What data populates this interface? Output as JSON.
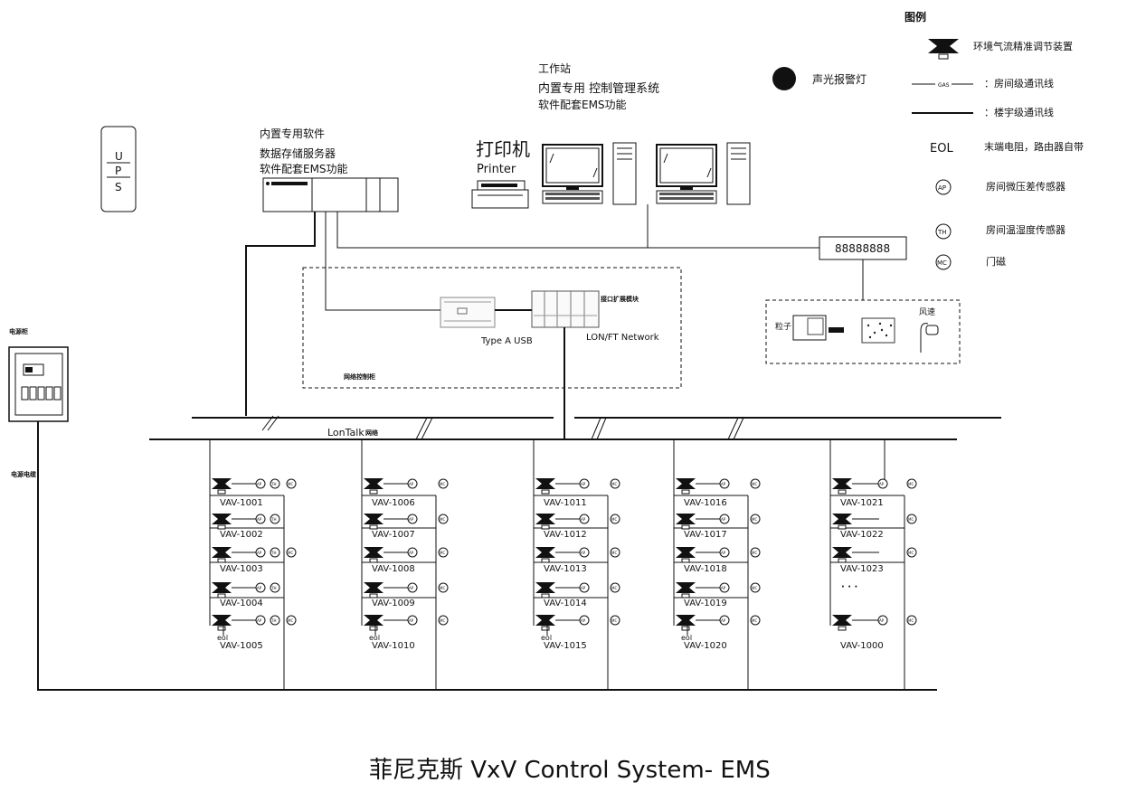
{
  "legend": {
    "title": "图例",
    "items": [
      {
        "icon": "damper-icon",
        "label": "环境气流精准调节装置"
      },
      {
        "icon": "room-bus-line-icon",
        "line_tag": "GAS",
        "label": "：房间级通讯线"
      },
      {
        "icon": "floor-bus-line-icon",
        "label": "：楼宇级通讯线"
      },
      {
        "icon": "eol-text-icon",
        "symbol": "EOL",
        "label": "末端电阻，路由器自带"
      },
      {
        "icon": "pressure-sensor-icon",
        "symbol": "AP",
        "label": "房间微压差传感器"
      },
      {
        "icon": "temp-humidity-sensor-icon",
        "symbol": "TH",
        "label": "房间温湿度传感器"
      },
      {
        "icon": "door-contact-icon",
        "symbol": "MC",
        "label": "门磁"
      }
    ]
  },
  "alarm_light": {
    "label": "声光报警灯"
  },
  "workstation": {
    "line1": "工作站",
    "line2": "内置专用 控制管理系统",
    "line3": "软件配套EMS功能"
  },
  "server": {
    "line1": "内置专用软件",
    "line2": "数据存储服务器",
    "line3": "软件配套EMS功能"
  },
  "printer": {
    "label_cn": "打印机",
    "label_en": "Printer"
  },
  "ups": {
    "letters": [
      "U",
      "P",
      "S"
    ]
  },
  "power_cabinet": {
    "label": "电源柜"
  },
  "power_cable": {
    "label": "电源电缆"
  },
  "network_cabinet": {
    "label": "网络控制柜",
    "usb_label": "Type A USB",
    "expansion_label": "接口扩展模块",
    "lon_label": "LON/FT Network"
  },
  "display": {
    "digits": "88888888"
  },
  "panel": {
    "particle_label": "粒子",
    "wind_label": "风速"
  },
  "network": {
    "label": "LonTalk",
    "sub_label": "网络"
  },
  "columns": [
    {
      "rows": [
        {
          "tag": "VAV-1001",
          "sensors": [
            "AP",
            "TH",
            "MC"
          ]
        },
        {
          "tag": "VAV-1002",
          "sensors": [
            "AP",
            "TH"
          ]
        },
        {
          "tag": "VAV-1003",
          "sensors": [
            "AP",
            "TH",
            "MC"
          ]
        },
        {
          "tag": "VAV-1004",
          "sensors": [
            "AP",
            "TH"
          ]
        },
        {
          "tag": "VAV-1005",
          "sensors": [
            "AP",
            "TH",
            "MC"
          ]
        }
      ]
    },
    {
      "rows": [
        {
          "tag": "VAV-1006",
          "sensors": [
            "AP",
            "MC"
          ]
        },
        {
          "tag": "VAV-1007",
          "sensors": [
            "AP",
            "MC"
          ]
        },
        {
          "tag": "VAV-1008",
          "sensors": [
            "AP",
            "MC"
          ]
        },
        {
          "tag": "VAV-1009",
          "sensors": [
            "AP",
            "MC"
          ]
        },
        {
          "tag": "VAV-1010",
          "sensors": [
            "AP",
            "MC"
          ]
        }
      ]
    },
    {
      "rows": [
        {
          "tag": "VAV-1011",
          "sensors": [
            "AP",
            "MC"
          ]
        },
        {
          "tag": "VAV-1012",
          "sensors": [
            "AP",
            "MC"
          ]
        },
        {
          "tag": "VAV-1013",
          "sensors": [
            "AP",
            "MC"
          ]
        },
        {
          "tag": "VAV-1014",
          "sensors": [
            "AP",
            "MC"
          ]
        },
        {
          "tag": "VAV-1015",
          "sensors": [
            "AP",
            "MC"
          ]
        }
      ]
    },
    {
      "rows": [
        {
          "tag": "VAV-1016",
          "sensors": [
            "AP",
            "MC"
          ]
        },
        {
          "tag": "VAV-1017",
          "sensors": [
            "AP",
            "MC"
          ]
        },
        {
          "tag": "VAV-1018",
          "sensors": [
            "AP",
            "MC"
          ]
        },
        {
          "tag": "VAV-1019",
          "sensors": [
            "AP",
            "MC"
          ]
        },
        {
          "tag": "VAV-1020",
          "sensors": [
            "AP",
            "MC"
          ]
        }
      ]
    },
    {
      "rows": [
        {
          "tag": "VAV-1021",
          "sensors": [
            "AP",
            "MC"
          ]
        },
        {
          "tag": "VAV-1022",
          "sensors": [
            "MC"
          ]
        },
        {
          "tag": "VAV-1023",
          "sensors": [
            "MC"
          ]
        },
        {
          "tag": "VAV-1000",
          "sensors": [
            "AP",
            "MC"
          ]
        }
      ]
    }
  ],
  "eol_label": "eol",
  "ellipsis": "· · ·",
  "caption": "菲尼克斯 VxV Control System- EMS"
}
